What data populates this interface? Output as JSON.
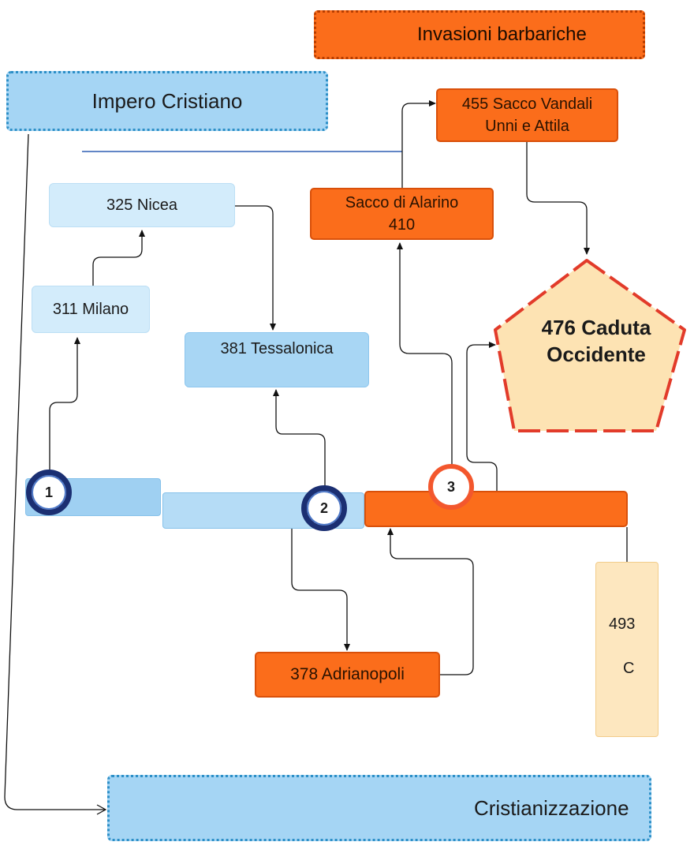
{
  "nodes": {
    "invasioni": "Invasioni barbariche",
    "impero": "Impero Cristiano",
    "cristianizzazione": "Cristianizzazione",
    "nicea": "325 Nicea",
    "milano": "311 Milano",
    "tessalonica": "381 Tessalonica",
    "alarico": [
      "Sacco di Alarino",
      "410"
    ],
    "vandali": [
      "455 Sacco Vandali",
      "Unni e Attila"
    ],
    "caduta": [
      "476 Caduta",
      "Occidente"
    ],
    "adrianopoli": "378 Adrianopoli",
    "partial_493": "493",
    "partial_c": "C"
  },
  "badges": [
    "1",
    "2",
    "3"
  ],
  "colors": {
    "orange": "#fb6d1b",
    "blue": "#a5d5f4",
    "navy": "#1b2f72",
    "red_ring": "#f3572d",
    "cream": "#fde7bf"
  }
}
